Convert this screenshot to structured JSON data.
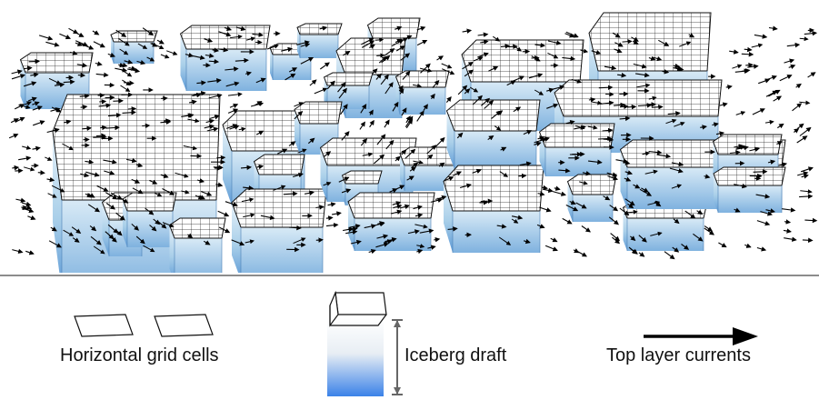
{
  "legend": {
    "grid_cells_label": "Horizontal grid cells",
    "draft_label": "Iceberg draft",
    "currents_label": "Top layer currents"
  },
  "colors": {
    "iceberg_top": "#ffffff",
    "iceberg_side_light": "#dcecf7",
    "iceberg_side_dark": "#4f8fd0",
    "draft_gradient_dark": "#3b82e8",
    "current_arrow": "#000000",
    "divider": "#8c8c8c"
  }
}
